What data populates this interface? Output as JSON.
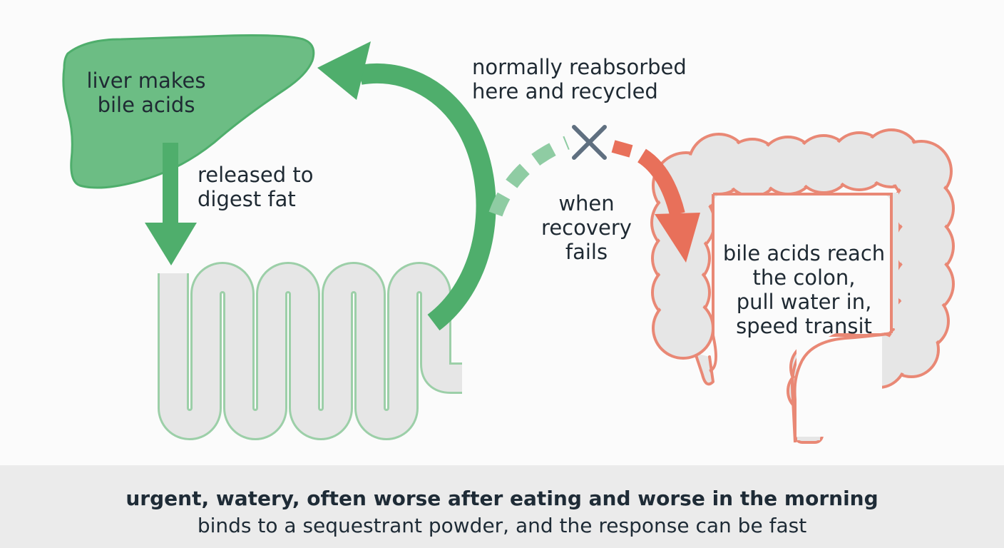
{
  "labels": {
    "liver": [
      "liver makes",
      "bile acids"
    ],
    "released": [
      "released to",
      "digest fat"
    ],
    "reabsorbed": [
      "normally reabsorbed",
      "here and recycled"
    ],
    "fails": [
      "when",
      "recovery",
      "fails"
    ],
    "colon": [
      "bile acids reach",
      "the colon,",
      "pull water in,",
      "speed transit"
    ]
  },
  "footer": {
    "headline": "urgent, watery, often worse after eating and worse in the morning",
    "subline": "binds to a sequestrant powder, and the response can be fast"
  },
  "colors": {
    "green": "#4fae6c",
    "green_fill": "#6cbd84",
    "light_green": "#8fcca3",
    "coral": "#e8705a",
    "colon_outline": "#e98875",
    "gray_fill": "#e6e6e6",
    "cross": "#5f6f80",
    "footer_bg": "#ebebeb"
  }
}
